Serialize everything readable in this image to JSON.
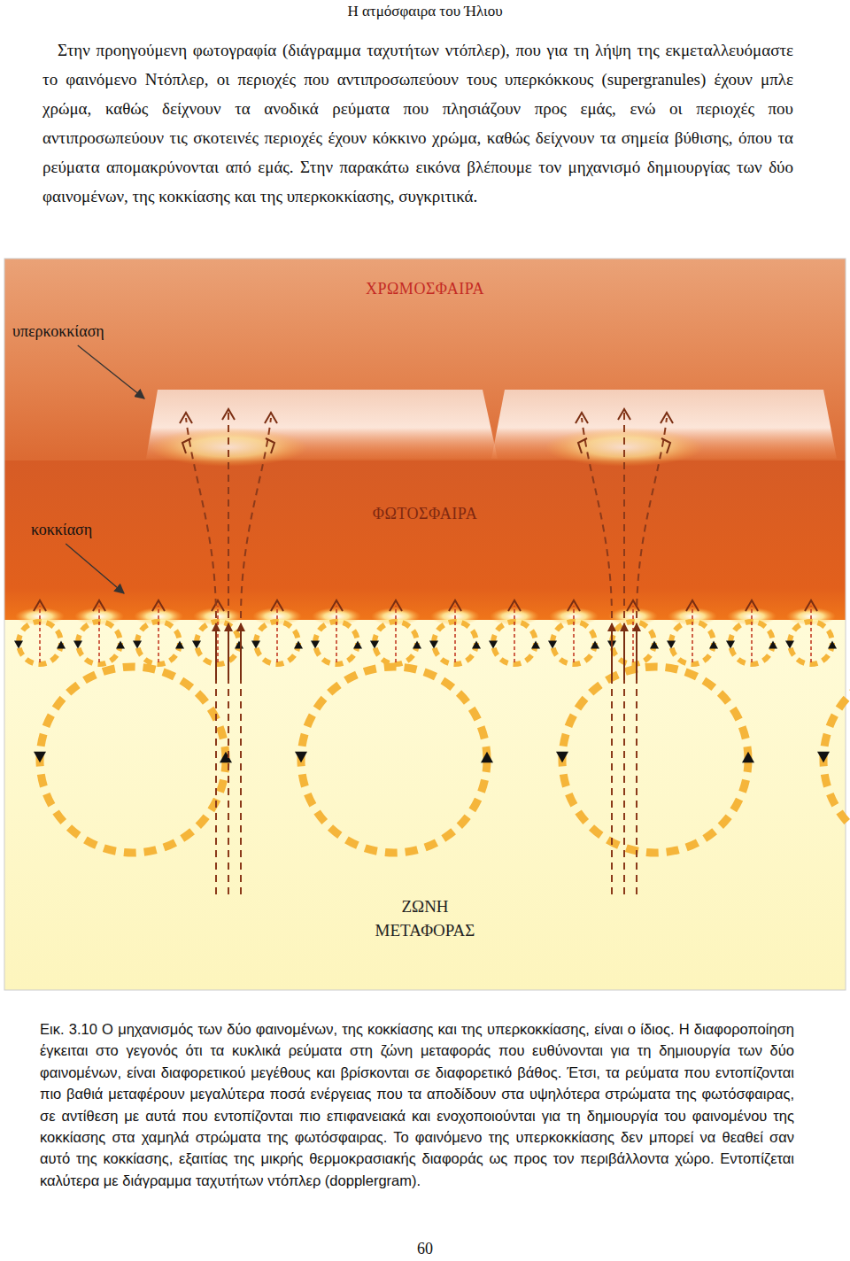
{
  "diagram": {
    "caption": "Εικ. 3.10 Ο μηχανισμός των δύο φαινομένων, της κοκκίασης και της υπερκοκκίασης, είναι ο ίδιος. Η διαφοροποίηση έγκειται στο γεγονός ότι τα κυκλικά ρεύματα στη ζώνη μεταφοράς που ευθύνονται για τη δημιουργία των δύο φαινομένων, είναι διαφορετικού μεγέθους και βρίσκονται σε διαφορετικό βάθος. Έτσι, τα ρεύματα που εντοπίζονται πιο βαθιά μεταφέρουν μεγαλύτερα ποσά ενέργειας που τα αποδίδουν στα υψηλότερα στρώματα της φωτόσφαιρας, σε αντίθεση με αυτά που εντοπίζονται πιο επιφανειακά και ενοχοποιούνται για τη δημιουργία του φαινομένου της κοκκίασης στα χαμηλά στρώματα της φωτόσφαιρας. Το φαινόμενο της υπερκοκκίασης δεν μπορεί να θεαθεί σαν αυτό της κοκκίασης, εξαιτίας της μικρής θερμοκρασιακής διαφοράς ως προς τον περιβάλλοντα χώρο. Εντοπίζεται καλύτερα με διάγραμμα ταχυτήτων ντόπλερ (dopplergram).",
    "nodes": [
      {
        "text": [
          "ΧΡΩΜΟΣΦΑΙΡΑ"
        ]
      },
      {
        "text": [
          "ΦΩΤΟΣΦΑΙΡΑ"
        ]
      },
      {
        "text": [
          "ΖΩΝΗ ΜΕΤΑΦΟΡΑΣ"
        ]
      }
    ],
    "labels": [
      "Η ατμόσφαιρα του Ήλιου",
      "Στην προηγούμενη φωτογραφία (διάγραμμα ταχυτήτων ντόπλερ), που για τη λήψη της εκμεταλλευόμαστε το φαινόμενο Ντόπλερ, οι περιοχές που αντιπροσωπεύουν τους υπερκόκκους (supergranules) έχουν μπλε χρώμα, καθώς δείχνουν τα ανοδικά ρεύματα που πλησιάζουν προς εμάς, ενώ οι περιοχές που αντιπροσωπεύουν τις σκοτεινές περιοχές έχουν κόκκινο χρώμα, καθώς δείχνουν τα σημεία βύθισης, όπου τα ρεύματα απομακρύνονται από εμάς. Στην παρακάτω εικόνα βλέπουμε τον μηχανισμό δημιουργίας των δύο φαινομένων, της κοκκίασης και της υπερκοκκίασης, συγκριτικά.",
      "υπερκοκκίαση",
      "κοκκίαση",
      "60"
    ]
  }
}
